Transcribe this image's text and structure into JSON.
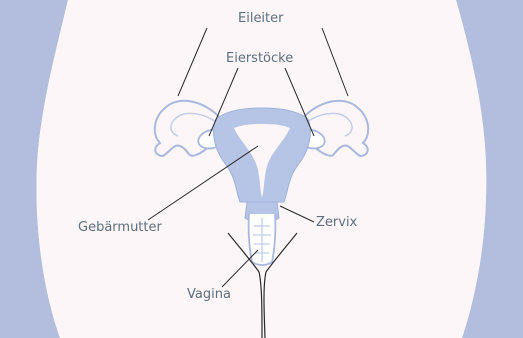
{
  "labels": {
    "fallopian_tubes": "Eileiter",
    "ovaries": "Eierstöcke",
    "uterus": "Gebärmutter",
    "cervix": "Zervix",
    "vagina": "Vagina"
  },
  "colors": {
    "body_fill": "#fdf6f8",
    "side_shading": "#b3bedf",
    "organ_fill": "#b6c4e6",
    "organ_stroke": "#9fb1da",
    "line": "#2a2a2a",
    "label_text": "#5d6f7c"
  }
}
